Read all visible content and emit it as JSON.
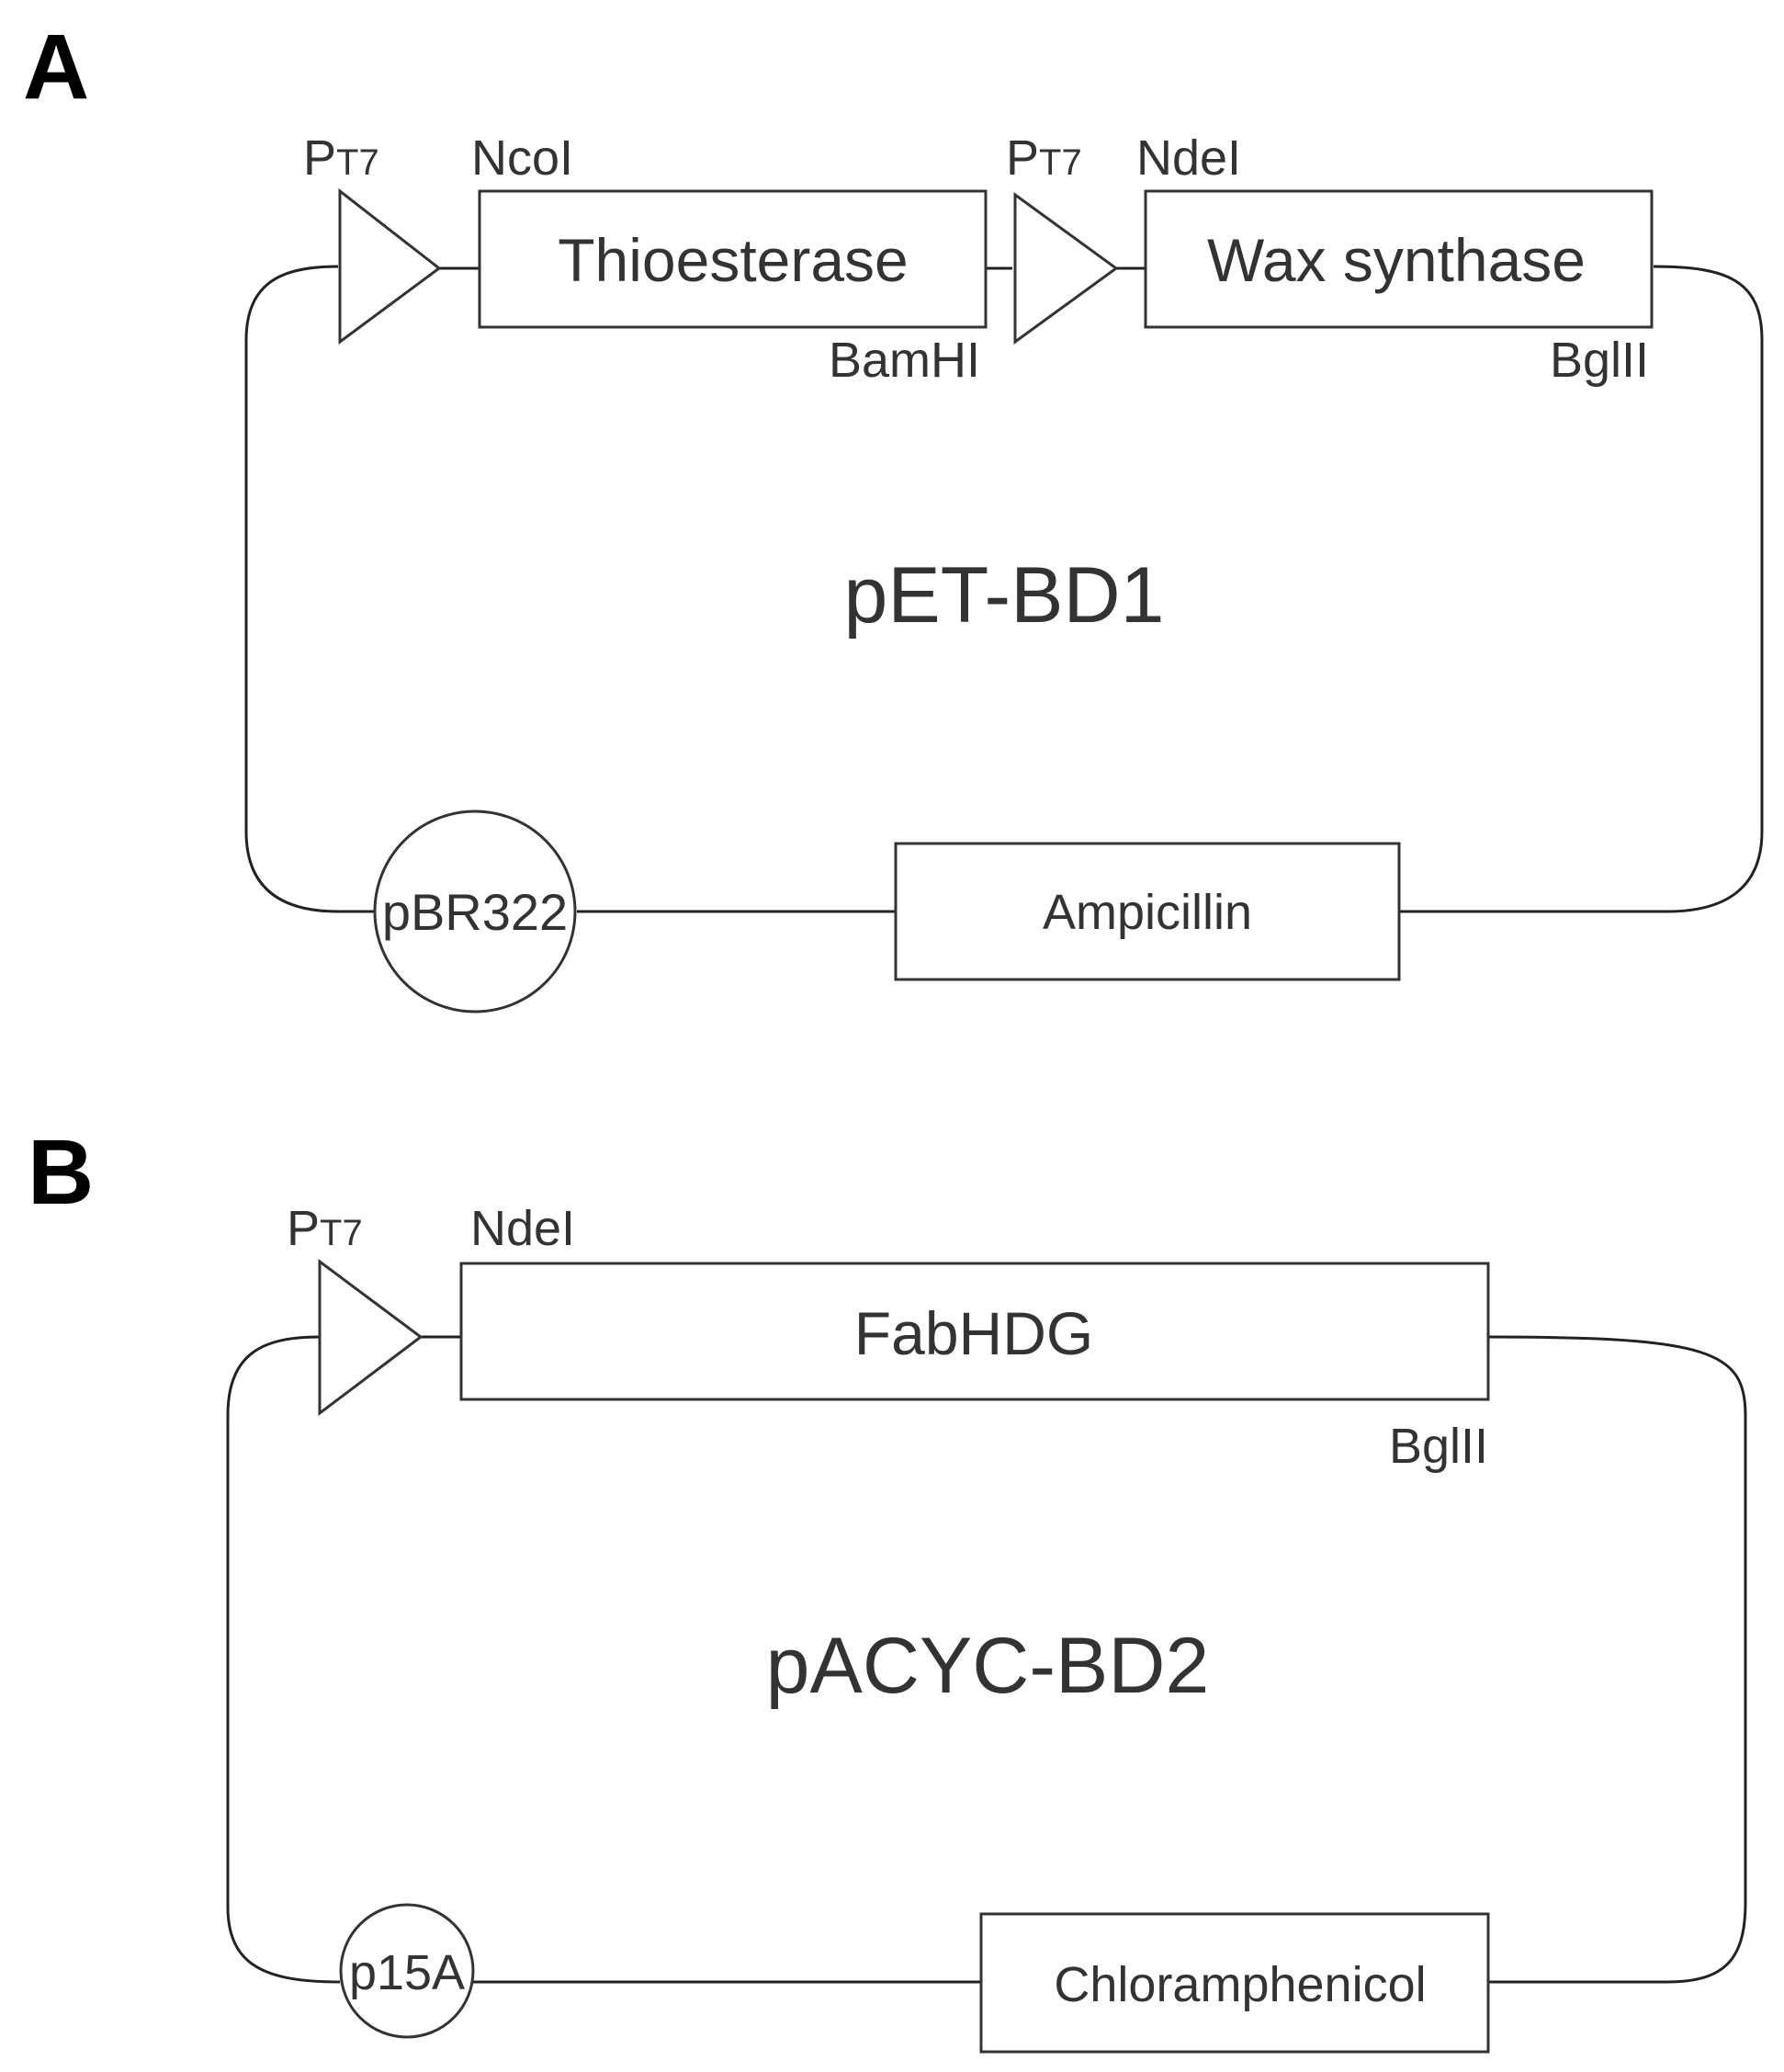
{
  "panel_a": {
    "letter": "A",
    "promoter_1": {
      "base": "P",
      "sub": "T7"
    },
    "promoter_2": {
      "base": "P",
      "sub": "T7"
    },
    "sites": {
      "ncoi": "NcoI",
      "ndei": "NdeI",
      "bamhi": "BamHI",
      "bglii": "BglII"
    },
    "genes": {
      "thioesterase": "Thioesterase",
      "wax_synthase": "Wax synthase"
    },
    "plasmid_name": "pET-BD1",
    "origin": "pBR322",
    "resistance": "Ampicillin"
  },
  "panel_b": {
    "letter": "B",
    "promoter": {
      "base": "P",
      "sub": "T7"
    },
    "sites": {
      "ndei": "NdeI",
      "bglii": "BglII"
    },
    "gene": "FabHDG",
    "plasmid_name": "pACYC-BD2",
    "origin": "p15A",
    "resistance": "Chloramphenicol"
  }
}
